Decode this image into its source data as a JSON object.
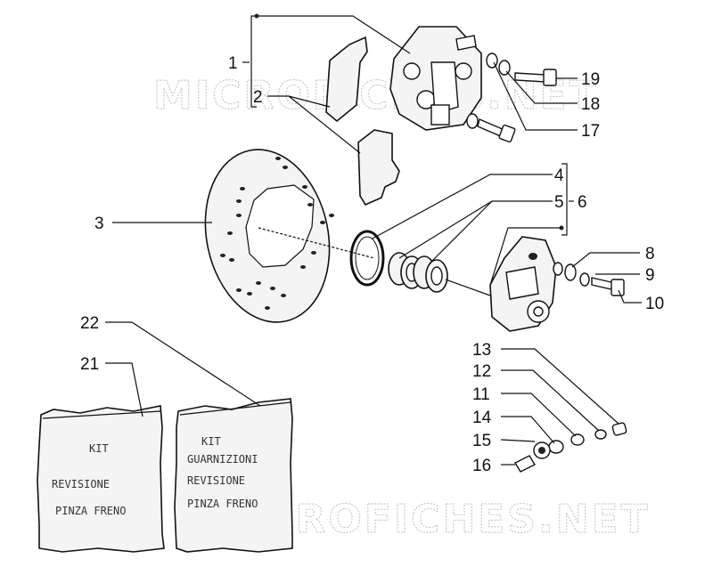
{
  "diagram": {
    "callouts": [
      {
        "id": "c1",
        "label": "1"
      },
      {
        "id": "c2",
        "label": "2"
      },
      {
        "id": "c3",
        "label": "3"
      },
      {
        "id": "c4",
        "label": "4"
      },
      {
        "id": "c5",
        "label": "5"
      },
      {
        "id": "c6",
        "label": "6"
      },
      {
        "id": "c8",
        "label": "8"
      },
      {
        "id": "c9",
        "label": "9"
      },
      {
        "id": "c10",
        "label": "10"
      },
      {
        "id": "c11",
        "label": "11"
      },
      {
        "id": "c12",
        "label": "12"
      },
      {
        "id": "c13",
        "label": "13"
      },
      {
        "id": "c14",
        "label": "14"
      },
      {
        "id": "c15",
        "label": "15"
      },
      {
        "id": "c16",
        "label": "16"
      },
      {
        "id": "c17",
        "label": "17"
      },
      {
        "id": "c18",
        "label": "18"
      },
      {
        "id": "c19",
        "label": "19"
      },
      {
        "id": "c21",
        "label": "21"
      },
      {
        "id": "c22",
        "label": "22"
      }
    ],
    "kit_left": {
      "line1": "KIT",
      "line2": "REVISIONE",
      "line3": "PINZA FRENO"
    },
    "kit_right": {
      "line1": "KIT",
      "line2": "GUARNIZIONI",
      "line3": "REVISIONE",
      "line4": "PINZA FRENO"
    },
    "watermark": "MICROFICHES.NET"
  }
}
